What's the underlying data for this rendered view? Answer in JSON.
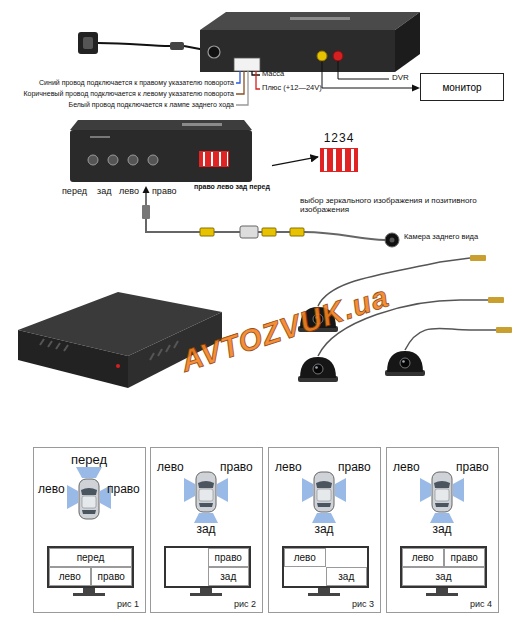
{
  "diagram": {
    "nodes": [
      {
        "text": [
          "монитор"
        ]
      },
      {
        "text": [
          "право лево зад перед"
        ]
      },
      {
        "text": [
          "1234"
        ]
      },
      {
        "text": [
          "рис 1"
        ]
      },
      {
        "text": [
          "перед",
          "лево",
          "право"
        ],
        "in": 3
      },
      {
        "text": [
          "рис 2"
        ]
      },
      {
        "text": [
          "право",
          "зад"
        ],
        "in": 5
      },
      {
        "text": [
          "рис 3"
        ]
      },
      {
        "text": [
          "лево",
          "зад"
        ],
        "in": 7
      },
      {
        "text": [
          "рис 4"
        ]
      },
      {
        "text": [
          "лево",
          "право",
          "зад"
        ],
        "in": 9
      }
    ],
    "edges": [
      {
        "from": 1,
        "to": 2,
        "arrow": "to"
      }
    ],
    "labels": [
      "Синий провод подключается к правому указателю поворота",
      "Коричневый провод подключается к левому указателю поворота",
      "Белый провод подключается к лампе заднего хода",
      "Масса",
      "Плюс (+12—24V)",
      "DVR",
      "перед",
      "зад",
      "лево",
      "право",
      "выбор зеркального изображения и позитивного изображения",
      "Камера заднего вида",
      "AVTOZVUK.ua",
      "перед",
      "лево",
      "право",
      "лево",
      "право",
      "зад",
      "лево",
      "право",
      "зад",
      "лево",
      "право",
      "зад"
    ]
  }
}
